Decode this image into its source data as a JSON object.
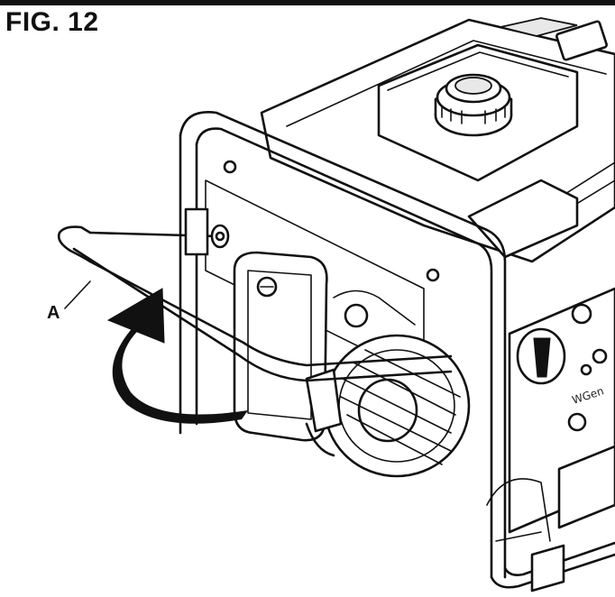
{
  "figure": {
    "title": "FIG. 12"
  },
  "callouts": [
    {
      "label": "A"
    }
  ],
  "panel": {
    "brand": "WGen"
  }
}
